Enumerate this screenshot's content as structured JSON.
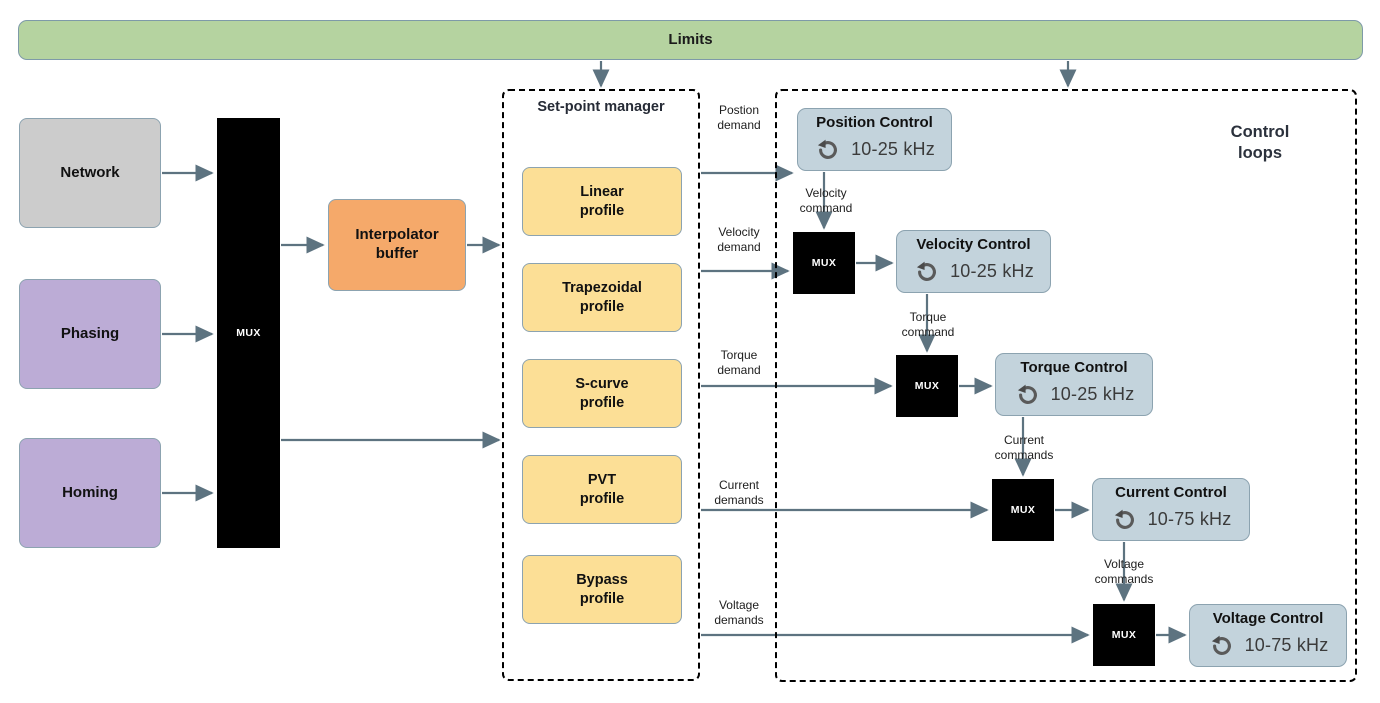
{
  "diagram": {
    "title_bar": {
      "label": "Limits",
      "color": "#B5D3A0"
    },
    "sources": [
      {
        "label": "Network",
        "color": "#CCCCCC"
      },
      {
        "label": "Phasing",
        "color": "#BCACD6"
      },
      {
        "label": "Homing",
        "color": "#BCACD6"
      }
    ],
    "input_mux": {
      "label": "MUX",
      "color": "#000000"
    },
    "interpolator": {
      "label": "Interpolator\nbuffer",
      "line1": "Interpolator",
      "line2": "buffer",
      "color": "#F5A96A"
    },
    "setpoint_manager": {
      "title": "Set-point manager",
      "profiles": [
        {
          "line1": "Linear",
          "line2": "profile"
        },
        {
          "line1": "Trapezoidal",
          "line2": "profile"
        },
        {
          "line1": "S-curve",
          "line2": "profile"
        },
        {
          "line1": "PVT",
          "line2": "profile"
        },
        {
          "line1": "Bypass",
          "line2": "profile"
        }
      ],
      "profile_color": "#FCDF96"
    },
    "control_loops": {
      "title_line1": "Control",
      "title_line2": "loops",
      "block_color": "#C3D3DC",
      "mux_label": "MUX",
      "loop_icon": "circular-arrow-icon",
      "demands": [
        {
          "line1": "Postion",
          "line2": "demand"
        },
        {
          "line1": "Velocity",
          "line2": "demand"
        },
        {
          "line1": "Torque",
          "line2": "demand"
        },
        {
          "line1": "Current",
          "line2": "demands"
        },
        {
          "line1": "Voltage",
          "line2": "demands"
        }
      ],
      "commands": [
        {
          "line1": "Velocity",
          "line2": "command"
        },
        {
          "line1": "Torque",
          "line2": "command"
        },
        {
          "line1": "Current",
          "line2": "commands"
        },
        {
          "line1": "Voltage",
          "line2": "commands"
        }
      ],
      "blocks": [
        {
          "name": "Position Control",
          "rate": "10-25 kHz"
        },
        {
          "name": "Velocity Control",
          "rate": "10-25 kHz"
        },
        {
          "name": "Torque Control",
          "rate": "10-25 kHz"
        },
        {
          "name": "Current Control",
          "rate": "10-75 kHz"
        },
        {
          "name": "Voltage Control",
          "rate": "10-75 kHz"
        }
      ]
    },
    "wire_color": "#5D7380"
  }
}
